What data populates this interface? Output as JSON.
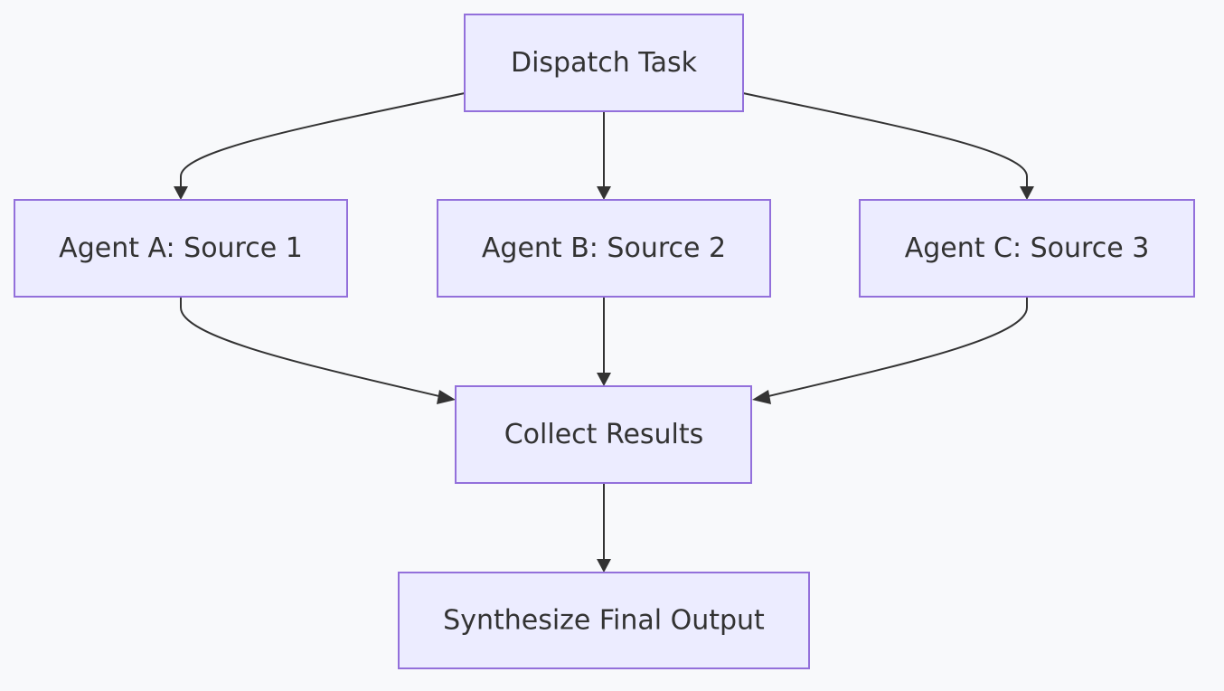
{
  "nodes": {
    "dispatch": "Dispatch Task",
    "agent_a": "Agent A: Source 1",
    "agent_b": "Agent B: Source 2",
    "agent_c": "Agent C: Source 3",
    "collect": "Collect Results",
    "synthesize": "Synthesize Final Output"
  },
  "edges": [
    {
      "from": "dispatch",
      "to": "agent_a"
    },
    {
      "from": "dispatch",
      "to": "agent_b"
    },
    {
      "from": "dispatch",
      "to": "agent_c"
    },
    {
      "from": "agent_a",
      "to": "collect"
    },
    {
      "from": "agent_b",
      "to": "collect"
    },
    {
      "from": "agent_c",
      "to": "collect"
    },
    {
      "from": "collect",
      "to": "synthesize"
    }
  ],
  "colors": {
    "background": "#f8f9fb",
    "node_fill": "#ececff",
    "node_stroke": "#9370db",
    "edge": "#333333",
    "text": "#333333"
  }
}
